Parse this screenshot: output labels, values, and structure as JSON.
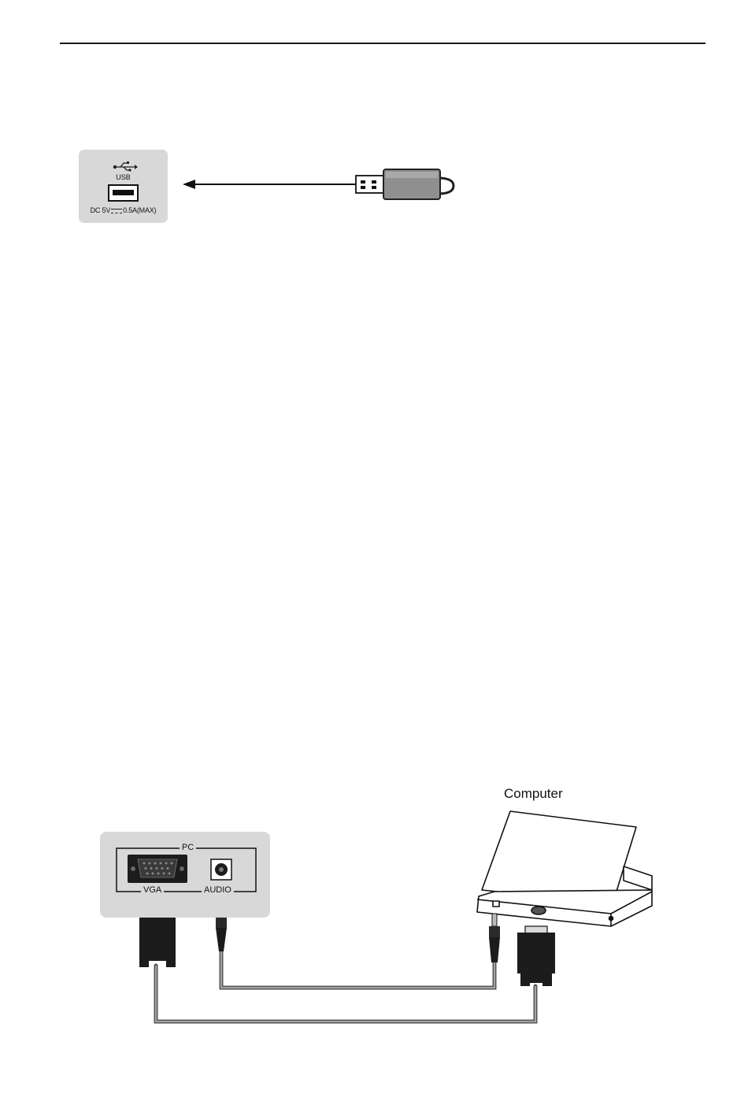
{
  "usb_panel": {
    "icon": "usb-trident-icon",
    "label": "USB",
    "rating": {
      "dc": "DC 5V",
      "current": "0.5A(MAX)"
    }
  },
  "pc_panel": {
    "title": "PC",
    "vga_label": "VGA",
    "audio_label": "AUDIO"
  },
  "computer_label": "Computer",
  "colors": {
    "panel": "#d8d8d8",
    "cable": "#7a7a7a",
    "usb_stick_body": "#8f8f8f",
    "connector": "#1c1c1c"
  }
}
